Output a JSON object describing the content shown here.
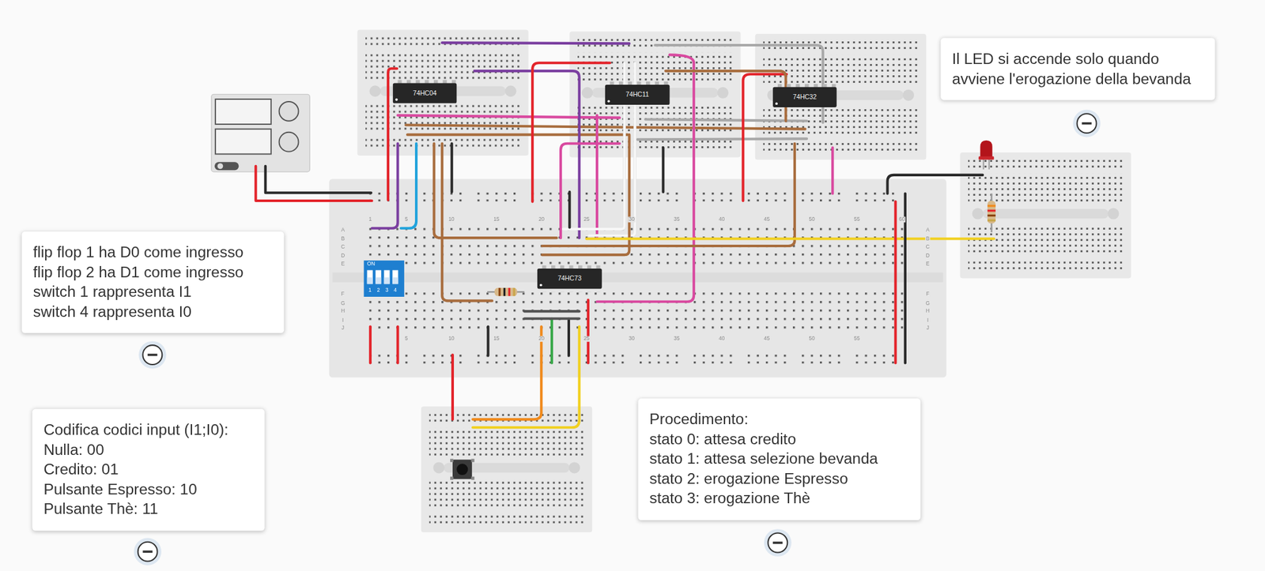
{
  "diagram": {
    "nodes": [
      {
        "text": [
          "74HC04"
        ]
      },
      {
        "text": [
          "74HC11"
        ]
      },
      {
        "text": [
          "74HC32"
        ]
      },
      {
        "text": [
          "Il LED si accende solo quando avviene l'erogazione della bevanda"
        ]
      },
      {
        "text": [
          "flip flop 1 ha D0 come ingresso",
          "flip flop 2 ha D1 come ingresso",
          "switch 1 rappresenta I1",
          "switch 4 rappresenta I0"
        ]
      },
      {
        "text": [
          "74HC73"
        ]
      },
      {
        "text": [
          "Codifica codici input (I1;I0):",
          "Nulla: 00",
          "Credito: 01",
          "Pulsante Espresso: 10",
          "Pulsante Thè: 11"
        ]
      },
      {
        "text": [
          "Procedimento:",
          "stato 0: attesa credito",
          "stato 1: attesa selezione bevanda",
          "stato 2: erogazione Espresso",
          "stato 3: erogazione Thè"
        ]
      }
    ],
    "labels": [
      "ON",
      "1",
      "2",
      "3",
      "4",
      "1",
      "5",
      "10",
      "15",
      "20",
      "25",
      "30",
      "35",
      "40",
      "45",
      "50",
      "55",
      "60",
      "5",
      "10",
      "15",
      "20",
      "25",
      "30",
      "35",
      "40",
      "45",
      "50",
      "55",
      "A",
      "B",
      "C",
      "D",
      "E",
      "F",
      "G",
      "H",
      "I",
      "J",
      "A",
      "B",
      "C",
      "D",
      "E",
      "F",
      "G",
      "H",
      "I",
      "J"
    ]
  }
}
